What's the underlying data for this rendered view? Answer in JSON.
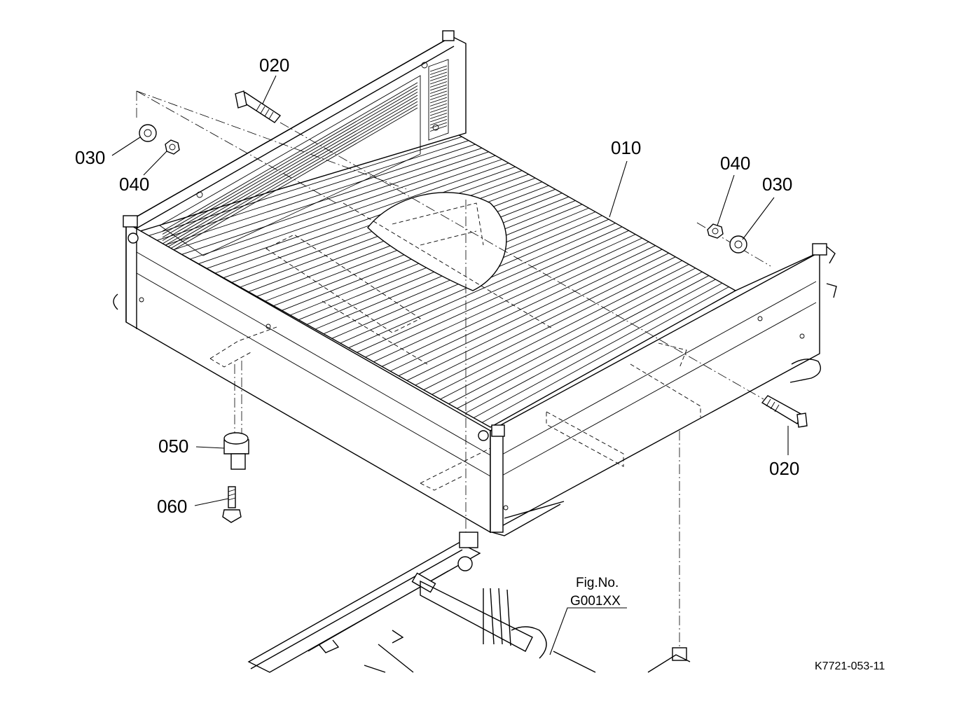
{
  "callouts": [
    {
      "id": "c020a",
      "text": "020"
    },
    {
      "id": "c030a",
      "text": "030"
    },
    {
      "id": "c040a",
      "text": "040"
    },
    {
      "id": "c010",
      "text": "010"
    },
    {
      "id": "c040b",
      "text": "040"
    },
    {
      "id": "c030b",
      "text": "030"
    },
    {
      "id": "c050",
      "text": "050"
    },
    {
      "id": "c060",
      "text": "060"
    },
    {
      "id": "c020b",
      "text": "020"
    }
  ],
  "figure_ref": {
    "line1": "Fig.No.",
    "line2": "G001XX"
  },
  "document_id": "K7721-053-11"
}
